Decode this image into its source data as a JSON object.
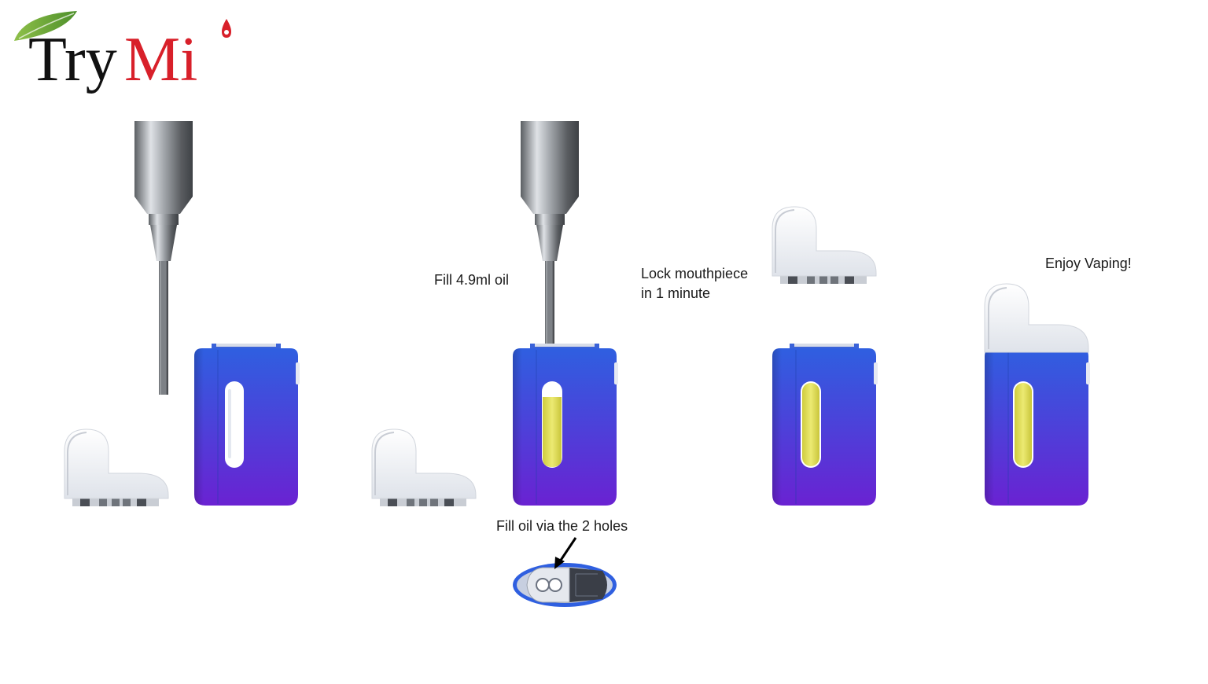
{
  "logo": {
    "text_try": "Try",
    "text_mi": "Mi"
  },
  "steps": {
    "fill": {
      "label": "Fill 4.9ml oil"
    },
    "holes": {
      "label": "Fill oil via the 2 holes"
    },
    "lock": {
      "line1": "Lock mouthpiece",
      "line2": "in 1 minute"
    },
    "enjoy": {
      "label": "Enjoy Vaping!"
    }
  },
  "colors": {
    "body_top": "#2f5fe0",
    "body_bottom": "#6a22d2",
    "oil": "#e3e05a",
    "window_empty": "#ffffff",
    "mouthpiece": "#eef1f6",
    "brand_red": "#d8202a",
    "leaf_green": "#6aa832",
    "needle": "#7d8186"
  },
  "icons": [
    "leaf-icon",
    "oil-drop-icon",
    "syringe-icon",
    "pointer-arrow-icon"
  ]
}
